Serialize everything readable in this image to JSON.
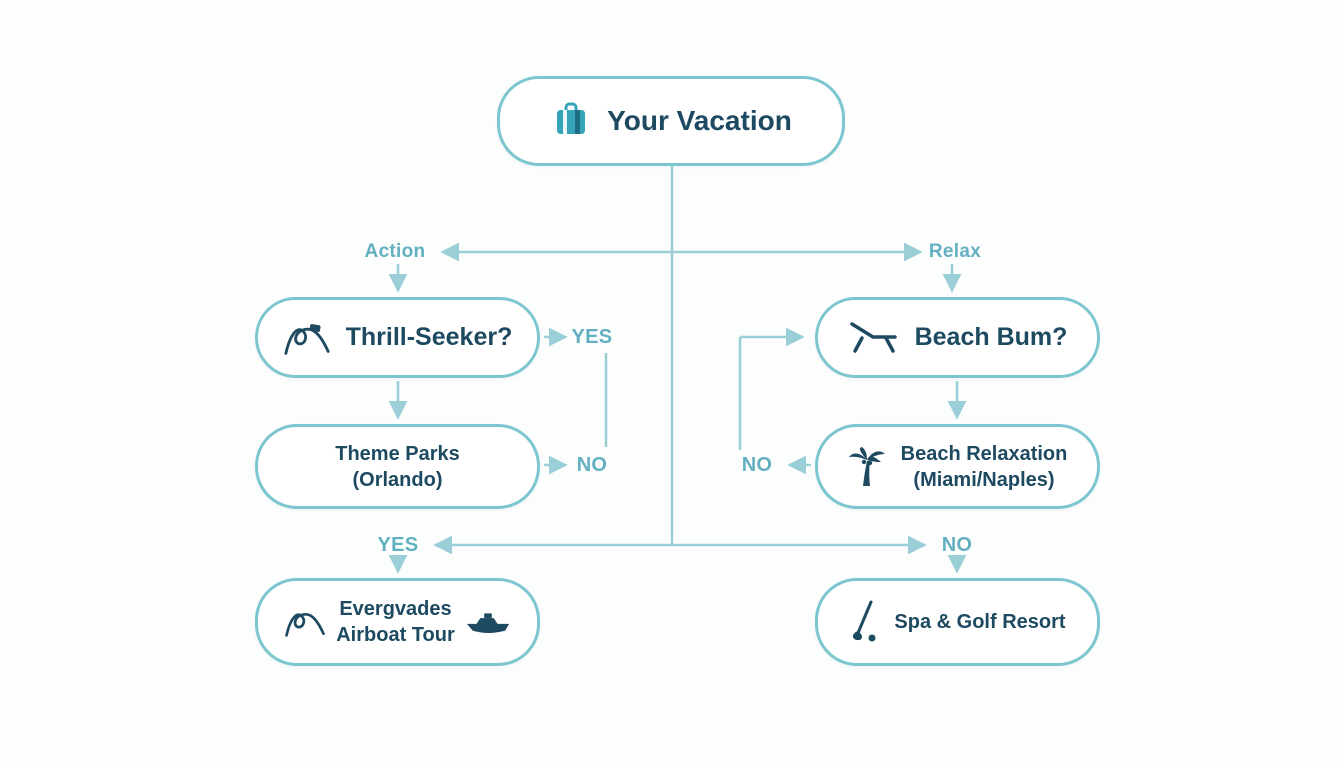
{
  "colors": {
    "box_border": "#7cc6d0",
    "connector": "#9bcfd8",
    "edge_label": "#63b0c0",
    "node_text": "#1d4a60",
    "icon_dark": "#1d4a60",
    "suitcase_teal": "#35a3b8",
    "background": "#fcfdfd"
  },
  "root": {
    "label": "Your Vacation",
    "icon": "suitcase-icon"
  },
  "branches": {
    "left_label": "Action",
    "right_label": "Relax"
  },
  "nodes": {
    "thrill": {
      "label": "Thrill-Seeker?",
      "icon": "roller-coaster-icon"
    },
    "beach": {
      "label": "Beach Bum?",
      "icon": "beach-lounger-icon"
    },
    "theme_parks": {
      "line1": "Theme Parks",
      "line2": "(Orlando)"
    },
    "beach_relaxation": {
      "line1": "Beach Relaxation",
      "line2": "(Miami/Naples)",
      "icon": "palm-tree-icon"
    },
    "everglades": {
      "line1": "Evergvades",
      "line2": "Airboat Tour",
      "icon_left": "roller-coaster-icon",
      "icon_right": "airboat-icon"
    },
    "spa_golf": {
      "label": "Spa & Golf Resort",
      "icon": "golf-club-icon"
    }
  },
  "edge_labels": {
    "thrill_yes": "YES",
    "theme_no": "NO",
    "loop_no": "NO",
    "bottom_yes": "YES",
    "bottom_no": "NO"
  }
}
